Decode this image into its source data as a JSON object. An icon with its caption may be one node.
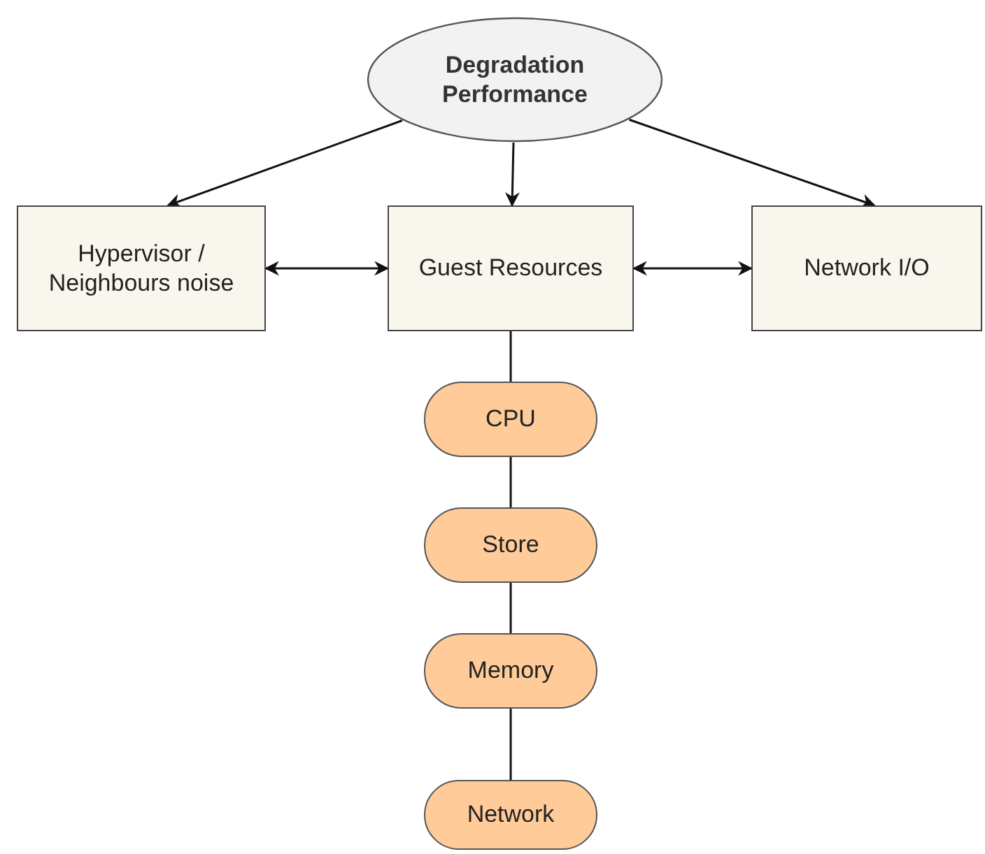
{
  "diagram": {
    "nodes": [
      {
        "text": [
          "Degradation Performance"
        ]
      },
      {
        "text": [
          "Hypervisor / Neighbours noise"
        ]
      },
      {
        "text": [
          "Guest Resources"
        ]
      },
      {
        "text": [
          "Network I/O"
        ]
      },
      {
        "text": [
          "CPU"
        ]
      },
      {
        "text": [
          "Store"
        ]
      },
      {
        "text": [
          "Memory"
        ]
      },
      {
        "text": [
          "Network"
        ]
      }
    ],
    "edges": [
      {
        "from": 0,
        "to": 1,
        "arrow": "to"
      },
      {
        "from": 0,
        "to": 2,
        "arrow": "to"
      },
      {
        "from": 0,
        "to": 3,
        "arrow": "to"
      },
      {
        "from": 1,
        "to": 2,
        "arrow": "both"
      },
      {
        "from": 2,
        "to": 3,
        "arrow": "both"
      },
      {
        "from": 2,
        "to": 4,
        "arrow": "none"
      },
      {
        "from": 4,
        "to": 5,
        "arrow": "none"
      },
      {
        "from": 5,
        "to": 6,
        "arrow": "none"
      },
      {
        "from": 6,
        "to": 7,
        "arrow": "none"
      }
    ]
  }
}
